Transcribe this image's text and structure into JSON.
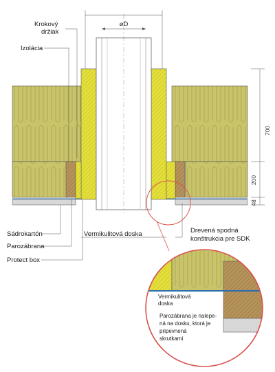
{
  "labels": {
    "krokovy_drziak_1": "Krokový",
    "krokovy_drziak_2": "držiak",
    "izolacia": "Izolácia",
    "sadrokarton": "Sádrokartón",
    "parozabrana": "Parozábrana",
    "protect_box": "Protect box",
    "vermikulitova_doska": "Vermikulitová doska",
    "dreveva_1": "Drevená spodná",
    "dreveva_2": "konštrukcia pre SDK",
    "diameter": "øD"
  },
  "dimensions": {
    "total": "700",
    "middle": "200",
    "bottom": "48"
  },
  "detail": {
    "vermikulit_1": "Vermikulitová",
    "vermikulit_2": "doska",
    "note_1": "Parozábrana je nalepe-",
    "note_2": "ná na dosku, ktorá je",
    "note_3": "pripevnená",
    "note_4": "skrutkami"
  },
  "colors": {
    "insulation": "#c9c46a",
    "insulation_light": "#d8d48a",
    "vermiculite": "#e3de3a",
    "wood": "#b5925a",
    "plasterboard": "#d6d6d6",
    "detail_circle": "#d9534f"
  }
}
